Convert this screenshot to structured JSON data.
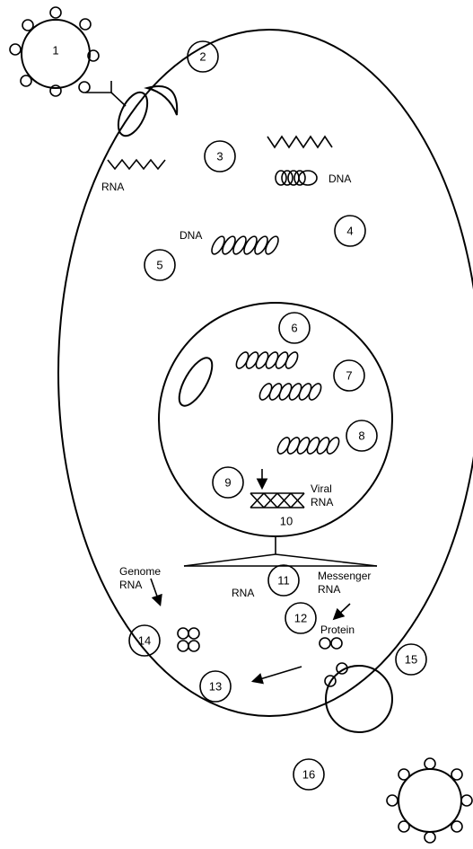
{
  "steps": [
    "1",
    "2",
    "3",
    "4",
    "5",
    "6",
    "7",
    "8",
    "9",
    "10",
    "11",
    "12",
    "13",
    "14",
    "15",
    "16"
  ],
  "labels": {
    "rna_left": "RNA",
    "dna_top_right": "DNA",
    "dna_left": "DNA",
    "viral_rna": [
      "Viral",
      "RNA"
    ],
    "genome_rna": [
      "Genome",
      "RNA"
    ],
    "messenger_rna": [
      "Messenger",
      "RNA"
    ],
    "rna_mid": "RNA",
    "protein": "Protein"
  }
}
